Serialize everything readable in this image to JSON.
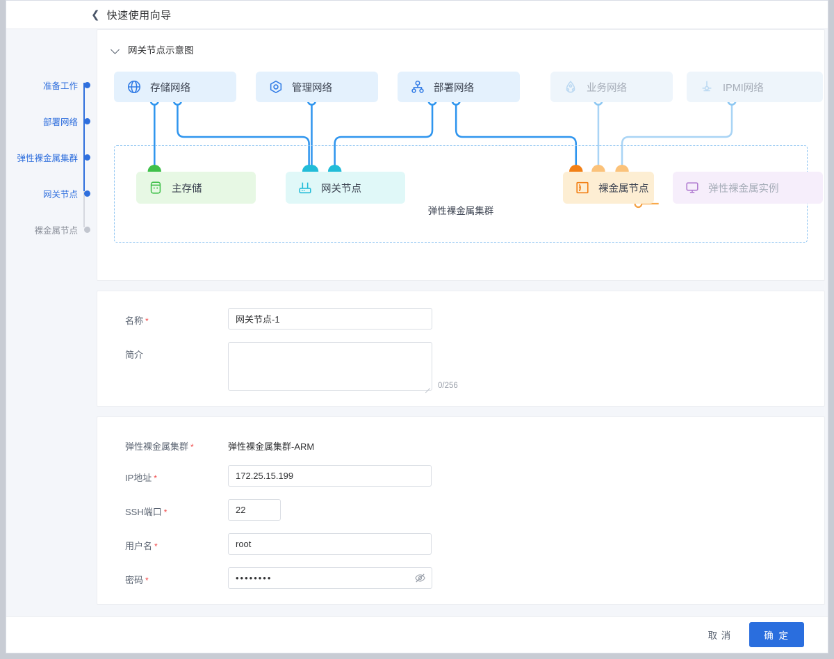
{
  "header": {
    "back_icon": "chevron-left-icon",
    "title": "快速使用向导"
  },
  "steps": [
    {
      "label": "准备工作",
      "state": "done"
    },
    {
      "label": "部署网络",
      "state": "done"
    },
    {
      "label": "弹性裸金属集群",
      "state": "done"
    },
    {
      "label": "网关节点",
      "state": "current"
    },
    {
      "label": "裸金属节点",
      "state": "pending"
    }
  ],
  "diagram_panel": {
    "collapse_icon": "chevron-down-icon",
    "title": "网关节点示意图",
    "networks": [
      {
        "label": "存储网络",
        "icon": "globe-icon",
        "dim": false,
        "ports": 2
      },
      {
        "label": "管理网络",
        "icon": "hexagon-target-icon",
        "dim": false,
        "ports": 1
      },
      {
        "label": "部署网络",
        "icon": "sitemap-icon",
        "dim": false,
        "ports": 2
      },
      {
        "label": "业务网络",
        "icon": "cloud-nodes-icon",
        "dim": true,
        "ports": 1
      },
      {
        "label": "IPMI网络",
        "icon": "ipmi-probe-icon",
        "dim": true,
        "ports": 1
      }
    ],
    "cluster_caption": "弹性裸金属集群",
    "nodes": [
      {
        "label": "主存储",
        "icon": "database-icon",
        "accent": "#3fc04a"
      },
      {
        "label": "网关节点",
        "icon": "router-icon",
        "accent": "#22bcd8"
      },
      {
        "label": "裸金属节点",
        "icon": "signal-rack-icon",
        "accent": "#f28016"
      },
      {
        "label": "弹性裸金属实例",
        "icon": "monitor-icon",
        "accent": "#b07ad0"
      }
    ]
  },
  "form_basic": {
    "name": {
      "label": "名称",
      "required": true,
      "value": "网关节点-1",
      "placeholder": ""
    },
    "desc": {
      "label": "简介",
      "required": false,
      "value": "",
      "placeholder": "",
      "counter": "0/256"
    }
  },
  "form_conn": {
    "cluster": {
      "label": "弹性裸金属集群",
      "required": true,
      "value": "弹性裸金属集群-ARM"
    },
    "ip": {
      "label": "IP地址",
      "required": true,
      "value": "172.25.15.199"
    },
    "ssh": {
      "label": "SSH端口",
      "required": true,
      "value": "22"
    },
    "user": {
      "label": "用户名",
      "required": true,
      "value": "root"
    },
    "password": {
      "label": "密码",
      "required": true,
      "value": "••••••••",
      "toggle_icon": "eye-off-icon"
    }
  },
  "footer": {
    "cancel": "取 消",
    "confirm": "确 定"
  },
  "colors": {
    "accent": "#2a6ede",
    "step_active": "#2f6fdd",
    "wire": "#2f95ee",
    "wire_dim": "#a9d4f5",
    "required": "#f04b4b"
  }
}
